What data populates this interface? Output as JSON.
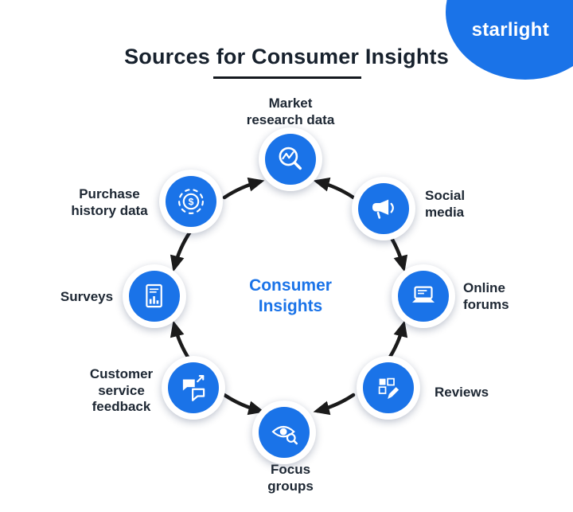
{
  "brand": {
    "name": "starlight"
  },
  "header": {
    "title": "Sources for Consumer Insights"
  },
  "diagram": {
    "center_label": "Consumer\nInsights",
    "nodes": [
      {
        "id": "market-research",
        "label": "Market\nresearch data",
        "icon": "magnifier-chart-icon"
      },
      {
        "id": "social-media",
        "label": "Social\nmedia",
        "icon": "megaphone-icon"
      },
      {
        "id": "online-forums",
        "label": "Online\nforums",
        "icon": "laptop-icon"
      },
      {
        "id": "reviews",
        "label": "Reviews",
        "icon": "grid-pencil-icon"
      },
      {
        "id": "focus-groups",
        "label": "Focus\ngroups",
        "icon": "eye-magnifier-icon"
      },
      {
        "id": "customer-service-feedback",
        "label": "Customer\nservice\nfeedback",
        "icon": "feedback-bubbles-icon"
      },
      {
        "id": "surveys",
        "label": "Surveys",
        "icon": "survey-document-icon"
      },
      {
        "id": "purchase-history",
        "label": "Purchase\nhistory data",
        "icon": "dollar-gear-icon"
      }
    ],
    "connections": [
      {
        "from": "purchase-history",
        "to": "market-research"
      },
      {
        "from": "social-media",
        "to": "market-research"
      },
      {
        "from": "social-media",
        "to": "online-forums"
      },
      {
        "from": "reviews",
        "to": "online-forums"
      },
      {
        "from": "reviews",
        "to": "focus-groups"
      },
      {
        "from": "customer-service-feedback",
        "to": "focus-groups"
      },
      {
        "from": "customer-service-feedback",
        "to": "surveys"
      },
      {
        "from": "purchase-history",
        "to": "surveys"
      }
    ]
  },
  "colors": {
    "accent": "#1a73e8",
    "arrow": "#1b1b1b",
    "text": "#1d2733",
    "background": "#ffffff"
  }
}
